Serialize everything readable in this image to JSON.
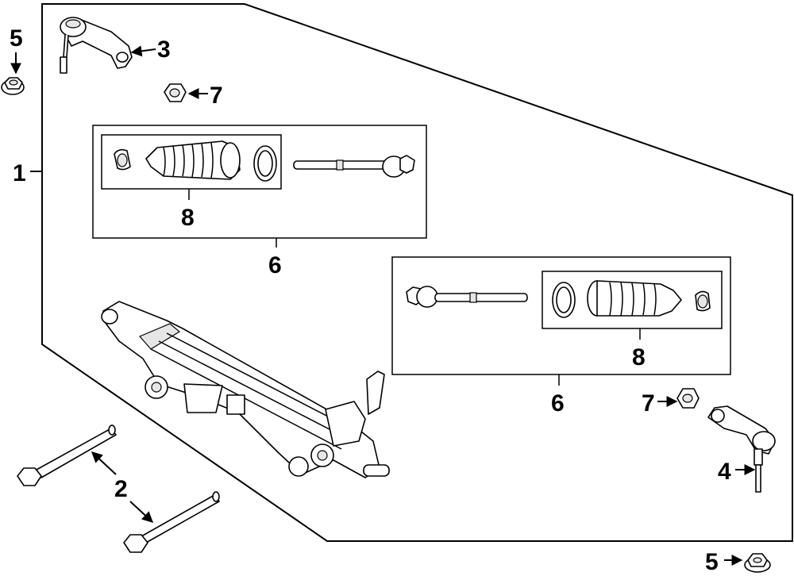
{
  "callouts": {
    "c1": "1",
    "c2": "2",
    "c3": "3",
    "c4": "4",
    "c5_top": "5",
    "c5_bottom": "5",
    "c6_left": "6",
    "c6_right": "6",
    "c7_top": "7",
    "c7_right": "7",
    "c8_left": "8",
    "c8_right": "8"
  },
  "icons": [
    "tie-rod-end",
    "nut",
    "bolt",
    "boot",
    "clamp",
    "inner-tie-rod",
    "steering-rack"
  ]
}
